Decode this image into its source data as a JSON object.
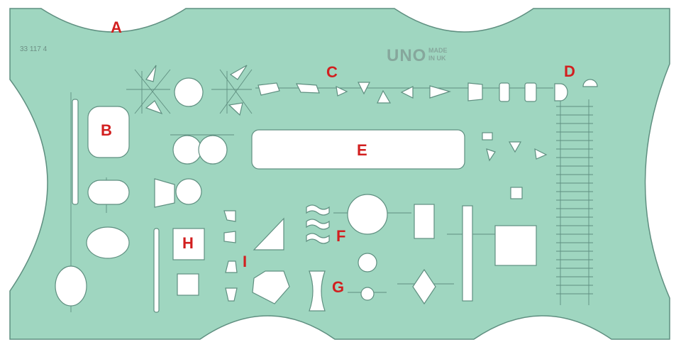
{
  "stencil": {
    "part_number": "33 117 4",
    "brand": "UNO",
    "brand_sub_line1": "MADE",
    "brand_sub_line2": "IN UK",
    "colors": {
      "plastic": "#9fd6c0",
      "outline": "#5f8f80",
      "cutout": "#ffffff",
      "label": "#d21f1f"
    }
  },
  "labels": {
    "a": "A",
    "b": "B",
    "c": "C",
    "d": "D",
    "e": "E",
    "f": "F",
    "g": "G",
    "h": "H",
    "i": "I"
  }
}
